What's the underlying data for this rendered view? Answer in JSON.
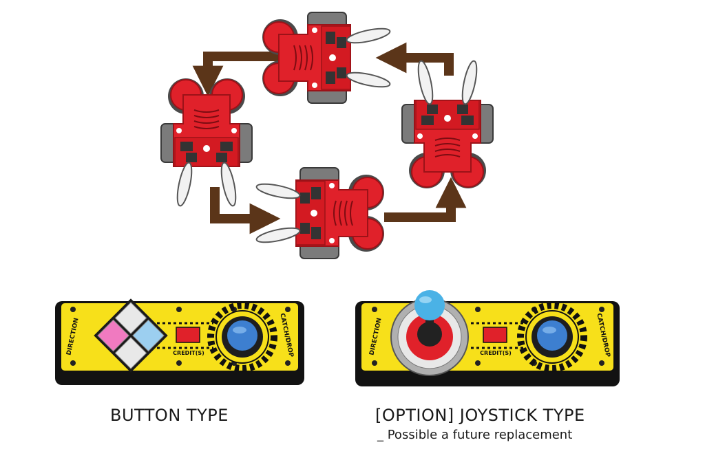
{
  "captions": {
    "button_type": "BUTTON TYPE",
    "joystick_type": "[OPTION] JOYSTICK TYPE",
    "joystick_note": "_ Possible a future replacement"
  },
  "panel_labels": {
    "direction": "DIRECTION",
    "catch_drop": "CATCH/DROP",
    "credits": "CREDIT(S)"
  },
  "colors": {
    "robot_red": "#e0212a",
    "panel_yellow": "#f7e01a",
    "arrow_brown": "#5b3519",
    "button_blue": "#3d7fd0",
    "joystick_ball": "#4ab2e6"
  }
}
